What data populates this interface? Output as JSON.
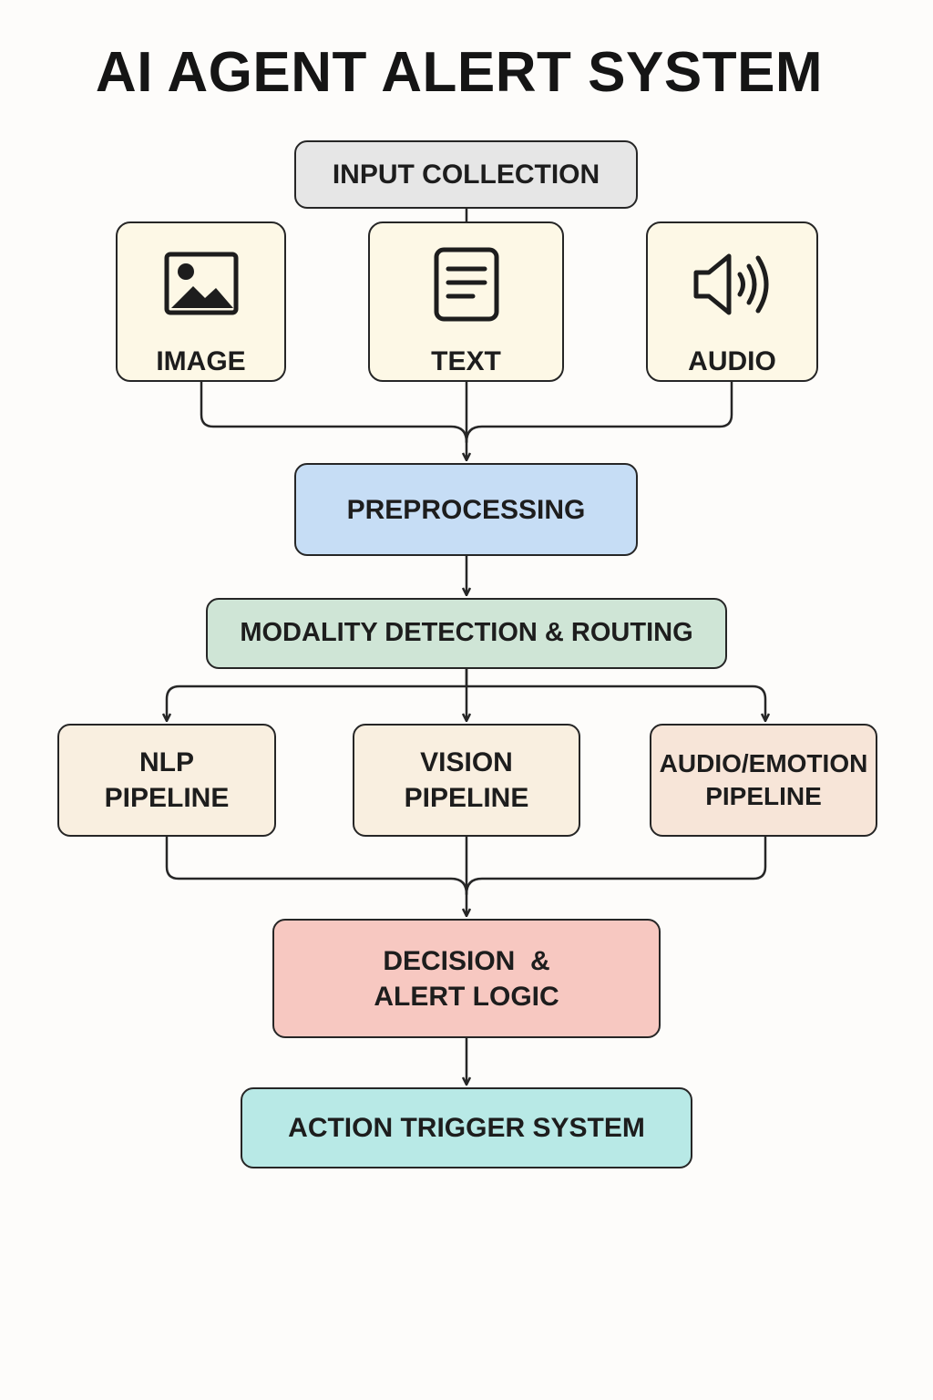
{
  "title": "AI AGENT ALERT SYSTEM",
  "colors": {
    "input_collection": "#e6e6e6",
    "input_cards": "#fdf8e6",
    "preprocessing": "#c6ddf5",
    "modality": "#cfe5d6",
    "pipelines": "#f9efe0",
    "audio_pipeline": "#f7e5d8",
    "decision": "#f7c8c1",
    "action": "#b8e9e6",
    "stroke": "#262626"
  },
  "nodes": {
    "input_collection": {
      "label": "INPUT COLLECTION"
    },
    "inputs": [
      {
        "label": "IMAGE",
        "icon": "image-icon"
      },
      {
        "label": "TEXT",
        "icon": "document-icon"
      },
      {
        "label": "AUDIO",
        "icon": "speaker-icon"
      }
    ],
    "preprocessing": {
      "label": "PREPROCESSING"
    },
    "modality": {
      "label": "MODALITY DETECTION & ROUTING"
    },
    "pipelines": [
      {
        "line1": "NLP",
        "line2": "PIPELINE"
      },
      {
        "line1": "VISION",
        "line2": "PIPELINE"
      },
      {
        "line1": "AUDIO/EMOTION",
        "line2": "PIPELINE"
      }
    ],
    "decision": {
      "line1": "DECISION  &",
      "line2": "ALERT LOGIC"
    },
    "action": {
      "label": "ACTION TRIGGER SYSTEM"
    }
  }
}
